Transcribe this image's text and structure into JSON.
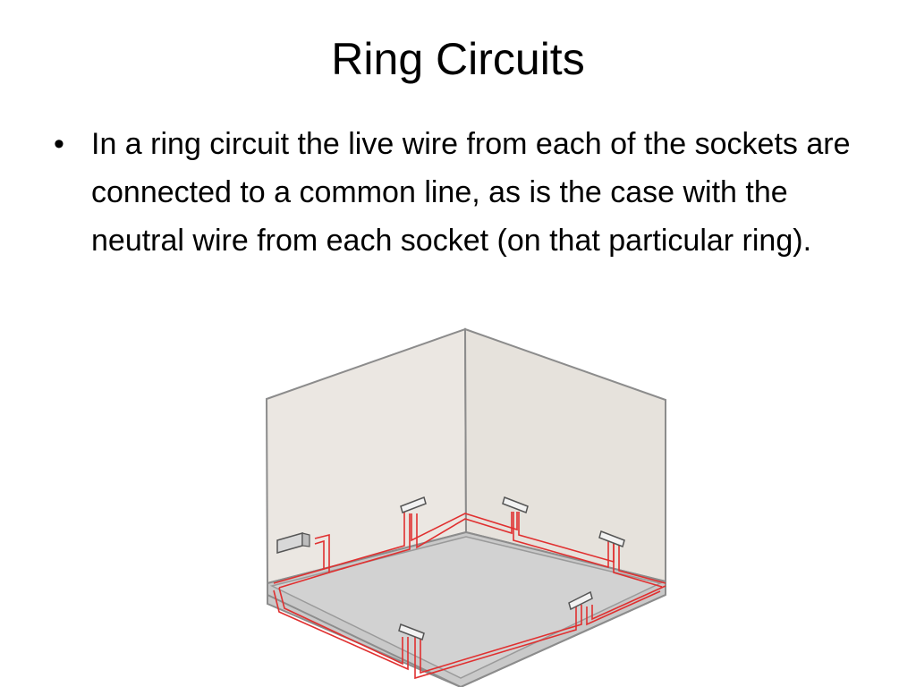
{
  "slide": {
    "title": "Ring Circuits",
    "bullets": [
      {
        "glyph": "•",
        "text": "In a ring circuit the live wire from each of the sockets are connected to a common line, as is the case with the neutral wire from each socket (on that particular ring)."
      }
    ]
  },
  "illustration": {
    "subject": "ring circuit room wiring diagram",
    "colors": {
      "wall": "#ebe7e2",
      "floor": "#c9c9c9",
      "edge": "#8c8c8c",
      "wire": "#e03030",
      "socket": "#f2f2f2"
    }
  }
}
